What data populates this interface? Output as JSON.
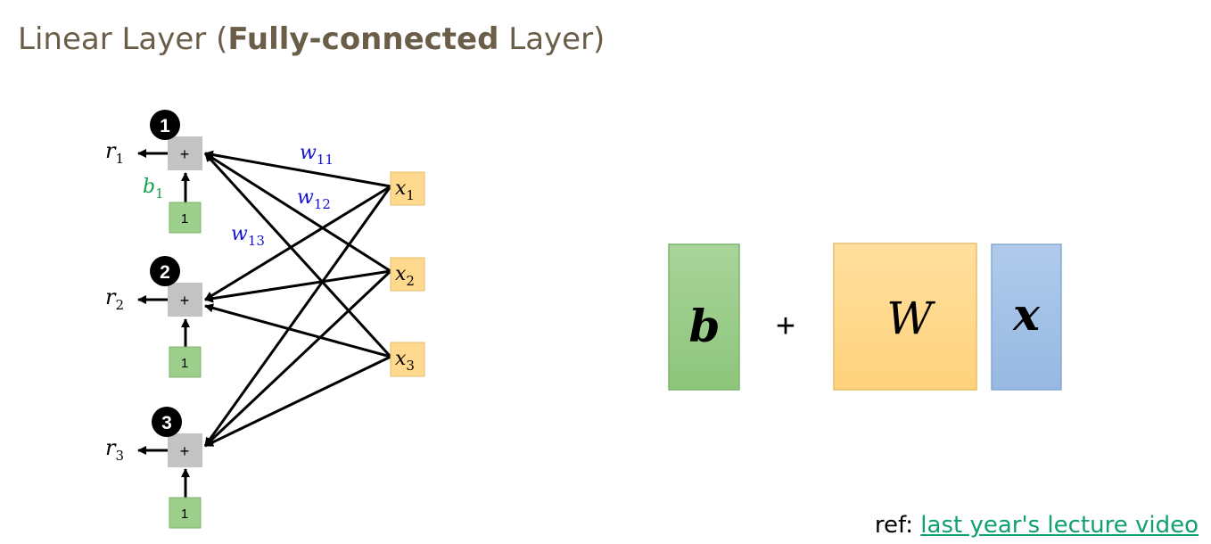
{
  "title": {
    "prefix": "Linear Layer (",
    "bold": "Fully-connected",
    "suffix": " Layer)"
  },
  "neurons": [
    {
      "number": "1",
      "sum_symbol": "+",
      "output": "r",
      "output_sub": "1",
      "bias_input": "1",
      "bias": "b",
      "bias_sub": "1"
    },
    {
      "number": "2",
      "sum_symbol": "+",
      "output": "r",
      "output_sub": "2",
      "bias_input": "1"
    },
    {
      "number": "3",
      "sum_symbol": "+",
      "output": "r",
      "output_sub": "3",
      "bias_input": "1"
    }
  ],
  "inputs": [
    {
      "label": "x",
      "sub": "1"
    },
    {
      "label": "x",
      "sub": "2"
    },
    {
      "label": "x",
      "sub": "3"
    }
  ],
  "weights": [
    {
      "label": "w",
      "sub": "11"
    },
    {
      "label": "w",
      "sub": "12"
    },
    {
      "label": "w",
      "sub": "13"
    }
  ],
  "equation": {
    "bias_block": "b",
    "operator": "+",
    "weight_block": "W",
    "input_block": "x"
  },
  "colors": {
    "weight_label": "#1010d0",
    "bias_label": "#10a050",
    "title_text": "#6b5e48",
    "link": "#10a070",
    "green_fill": "#9ccf8c",
    "orange_fill": "#ffd98e",
    "blue_fill": "#a6c2e6"
  },
  "reference": {
    "prefix": "ref: ",
    "link_text": "last year's lecture video"
  }
}
